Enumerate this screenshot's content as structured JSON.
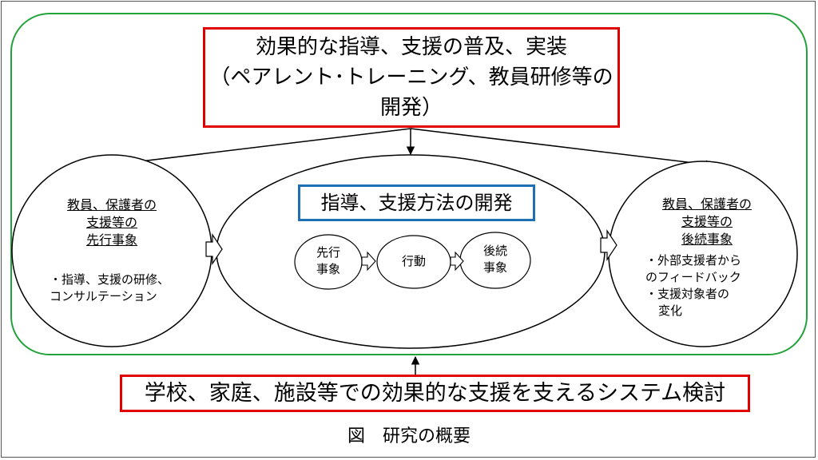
{
  "top": {
    "line1": "効果的な指導、支援の普及、実装",
    "line2": "（ペアレント･トレーニング、教員研修等の",
    "line3": "開発）"
  },
  "left": {
    "title1": "教員、保護者の",
    "title2": "支援等の",
    "title3": "先行事象",
    "body1": "・指導、支援の研修、",
    "body2": "コンサルテーション"
  },
  "center": {
    "title": "指導、支援方法の開発",
    "step1_line1": "先行",
    "step1_line2": "事象",
    "step2": "行動",
    "step3_line1": "後続",
    "step3_line2": "事象"
  },
  "right": {
    "title1": "教員、保護者の",
    "title2": "支援等の",
    "title3": "後続事象",
    "body1": "・外部支援者から",
    "body2": "のフィードバック",
    "body3": "・支援対象者の",
    "body4": "変化"
  },
  "bottom": {
    "text": "学校、家庭、施設等での効果的な支援を支えるシステム検討"
  },
  "caption": "図　研究の概要",
  "colors": {
    "outer_border": "#22a33a",
    "red_box": "#e00000",
    "blue_box": "#1f6fb5"
  }
}
